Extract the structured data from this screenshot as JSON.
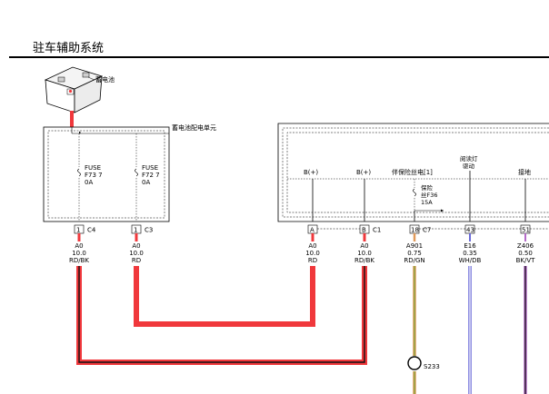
{
  "page": {
    "title": "驻车辅助系统"
  },
  "components": {
    "battery": {
      "label": "蓄电池"
    },
    "fuse_box": {
      "label": "蓄电池配电单元"
    },
    "fuse_f73": {
      "line1": "FUSE",
      "line2": "F73 7",
      "line3": "0A"
    },
    "fuse_f72": {
      "line1": "FUSE",
      "line2": "F72 7",
      "line3": "0A"
    },
    "module_right": {
      "pin_label_a": "B(+)",
      "pin_label_b": "B(+)",
      "pin_label_c": "伴保险丝电[1]",
      "fuse_inner_line1": "保险",
      "fuse_inner_line2": "丝F36",
      "fuse_inner_line3": "15A",
      "pin_label_d_line1": "阅读灯",
      "pin_label_d_line2": "驱动",
      "pin_label_e": "接地"
    },
    "splice": {
      "label": "S233"
    }
  },
  "connectors": [
    {
      "pin": "1",
      "conn": "C4",
      "wire": "A0",
      "gauge": "10.0",
      "color": "RD/BK"
    },
    {
      "pin": "1",
      "conn": "C3",
      "wire": "A0",
      "gauge": "10.0",
      "color": "RD"
    },
    {
      "pin": "A",
      "conn": "",
      "wire": "A0",
      "gauge": "10.0",
      "color": "RD"
    },
    {
      "pin": "B",
      "conn": "C1",
      "wire": "A0",
      "gauge": "10.0",
      "color": "RD/BK"
    },
    {
      "pin": "18",
      "conn": "C7",
      "wire": "A901",
      "gauge": "0.75",
      "color": "RD/GN"
    },
    {
      "pin": "43",
      "conn": "",
      "wire": "E16",
      "gauge": "0.35",
      "color": "WH/DB"
    },
    {
      "pin": "51",
      "conn": "",
      "wire": "Z406",
      "gauge": "0.50",
      "color": "BK/VT"
    }
  ],
  "colors": {
    "red": "#f0383c",
    "black": "#111111",
    "green": "#7aa83c",
    "orange": "#e09a5a",
    "blue": "#6a6ad8",
    "violet": "#b46ac8"
  }
}
